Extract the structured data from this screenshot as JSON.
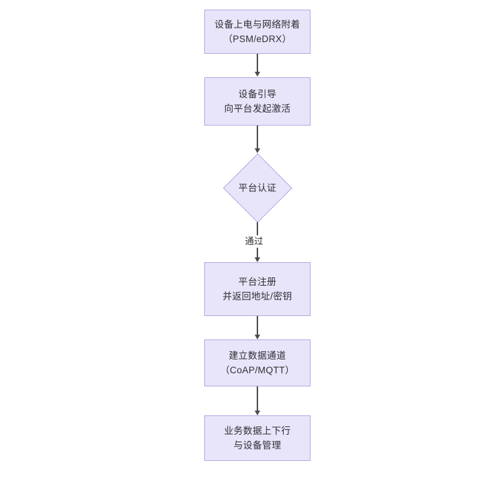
{
  "diagram": {
    "type": "flowchart",
    "orientation": "top-to-bottom",
    "colors": {
      "node_fill": "#e8e5fa",
      "node_border": "#b9a5e3",
      "connector": "#4a4a52",
      "text": "#2f2f33",
      "background": "#ffffff"
    },
    "nodes": [
      {
        "id": "node-power-on",
        "shape": "rectangle",
        "lines": [
          "设备上电与网络附着",
          "（PSM/eDRX）"
        ]
      },
      {
        "id": "node-bootstrap",
        "shape": "rectangle",
        "lines": [
          "设备引导",
          "向平台发起激活"
        ]
      },
      {
        "id": "node-platform-auth",
        "shape": "diamond",
        "lines": [
          "平台认证"
        ]
      },
      {
        "id": "node-platform-register",
        "shape": "rectangle",
        "lines": [
          "平台注册",
          "并返回地址/密钥"
        ]
      },
      {
        "id": "node-data-channel",
        "shape": "rectangle",
        "lines": [
          "建立数据通道",
          "（CoAP/MQTT）"
        ]
      },
      {
        "id": "node-business-data",
        "shape": "rectangle",
        "lines": [
          "业务数据上下行",
          "与设备管理"
        ]
      }
    ],
    "edges": [
      {
        "id": "edge-1",
        "from": "node-power-on",
        "to": "node-bootstrap",
        "label": ""
      },
      {
        "id": "edge-2",
        "from": "node-bootstrap",
        "to": "node-platform-auth",
        "label": ""
      },
      {
        "id": "edge-3",
        "from": "node-platform-auth",
        "to": "node-platform-register",
        "label": "通过"
      },
      {
        "id": "edge-4",
        "from": "node-platform-register",
        "to": "node-data-channel",
        "label": ""
      },
      {
        "id": "edge-5",
        "from": "node-data-channel",
        "to": "node-business-data",
        "label": ""
      }
    ]
  }
}
